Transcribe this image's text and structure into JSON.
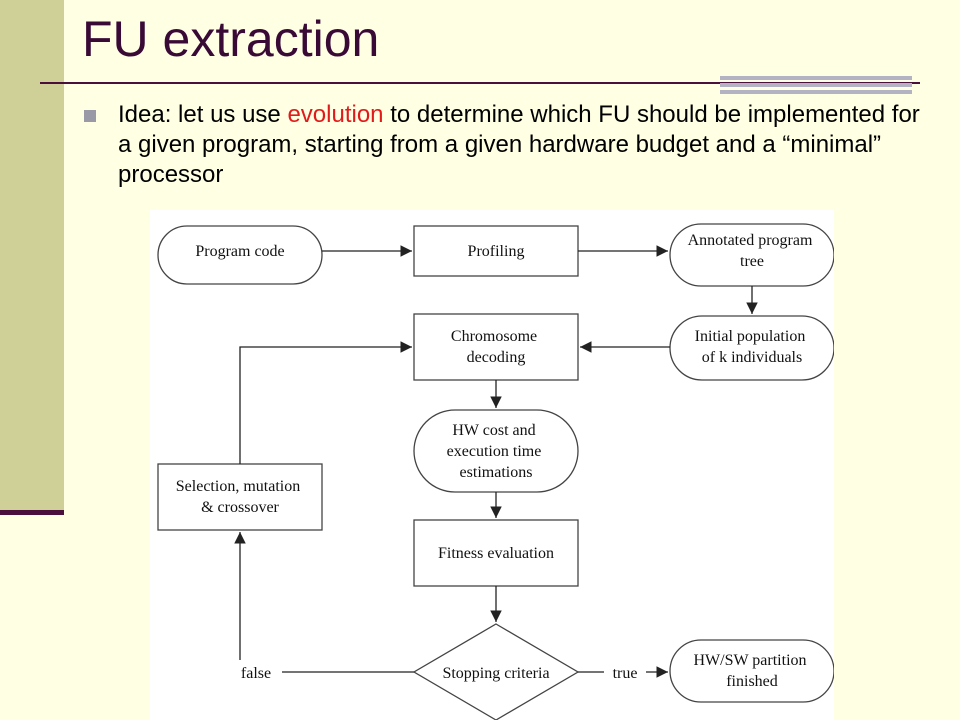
{
  "slide": {
    "title": "FU extraction",
    "bullet": {
      "prefix": "Idea: let us use ",
      "highlight": "evolution",
      "suffix": " to determine which FU should be implemented for a given program, starting from a given hardware budget and a “minimal” processor"
    },
    "colors": {
      "highlight": "#e11b1b",
      "title": "#3a0a36",
      "sidebar": "#cfcf98",
      "background": "#ffffe4"
    }
  },
  "flowchart": {
    "nodes": {
      "program_code": [
        "Program code"
      ],
      "profiling": [
        "Profiling"
      ],
      "annotated_tree": [
        "Annotated program",
        "tree"
      ],
      "initial_population": [
        "Initial population",
        "of k individuals"
      ],
      "chromosome_decoding": [
        "Chromosome",
        "decoding"
      ],
      "hw_cost": [
        "HW cost and",
        "execution time",
        "estimations"
      ],
      "selection": [
        "Selection, mutation",
        "& crossover"
      ],
      "fitness": [
        "Fitness evaluation"
      ],
      "stopping": [
        "Stopping criteria"
      ],
      "finished": [
        "HW/SW partition",
        "finished"
      ]
    },
    "edge_labels": {
      "false": "false",
      "true": "true"
    }
  }
}
